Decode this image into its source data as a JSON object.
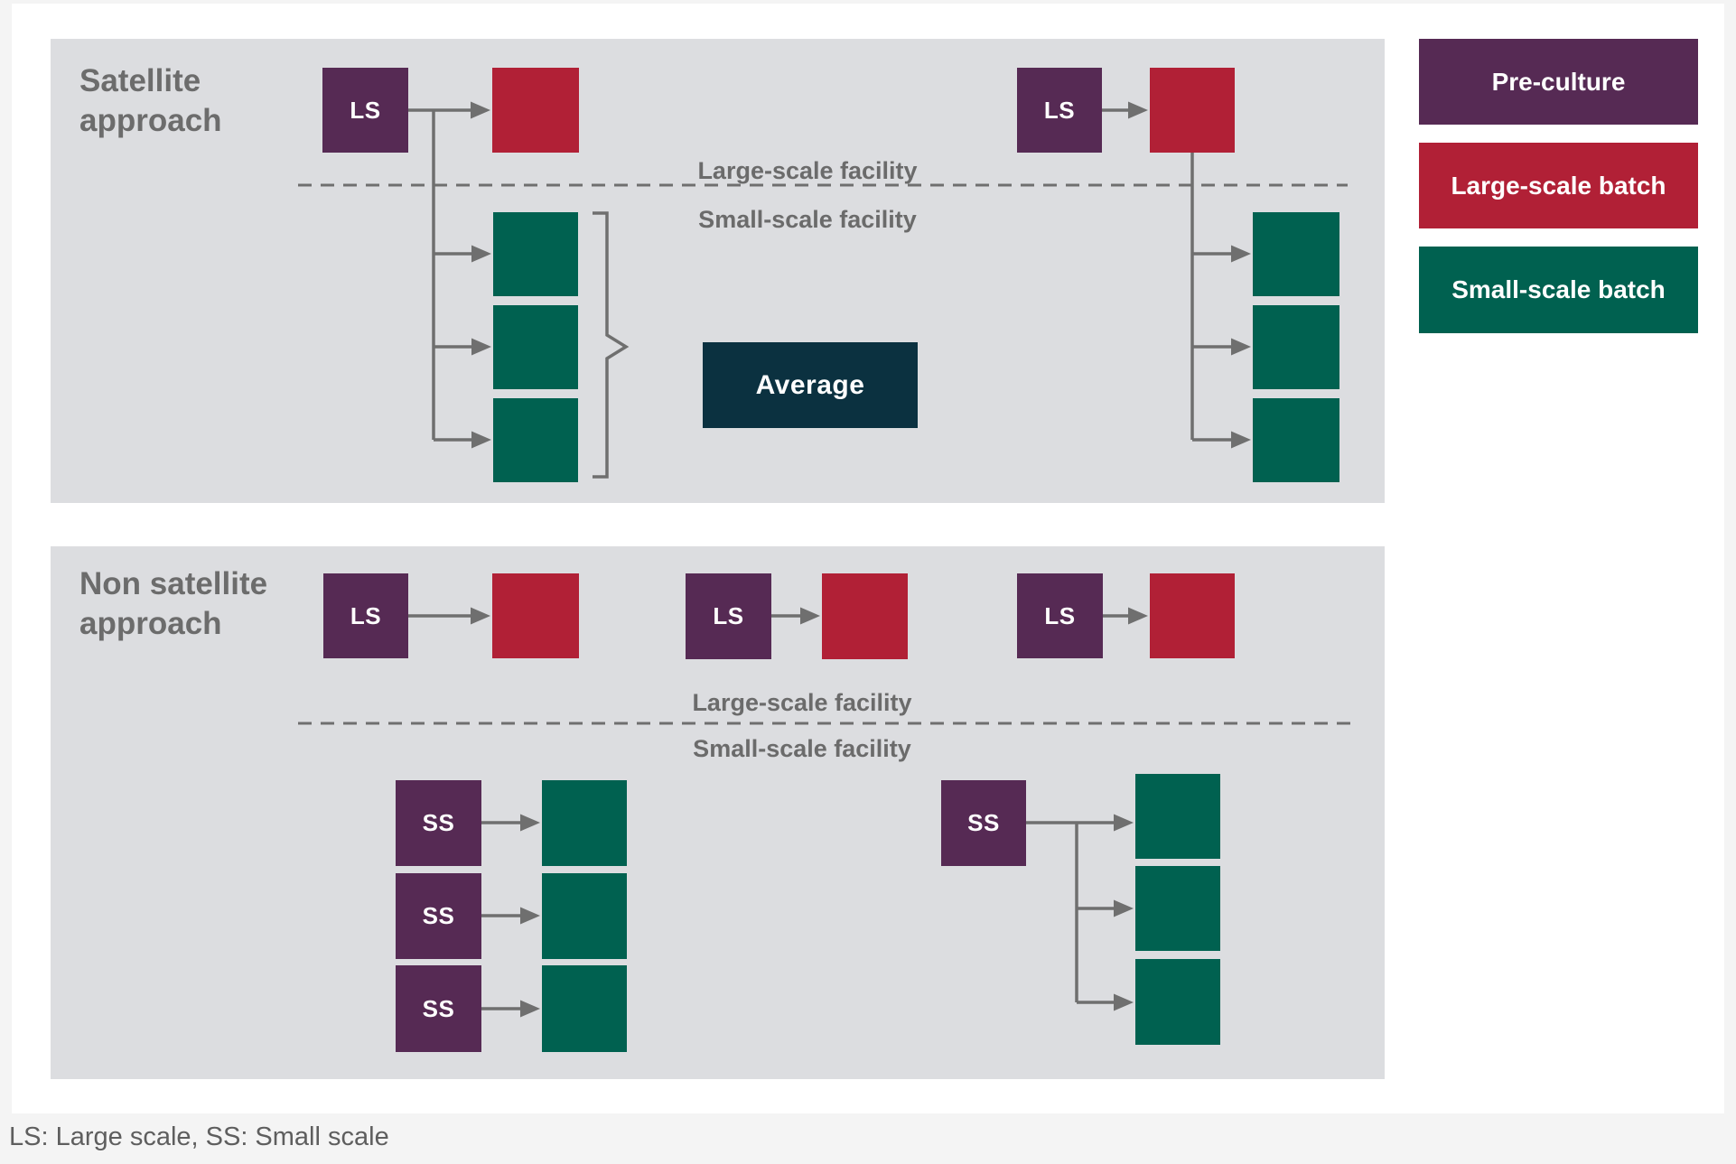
{
  "colors": {
    "pre_culture": "#562A54",
    "large_scale_batch": "#B12036",
    "small_scale_batch": "#006150",
    "average_box": "#0B3140",
    "panel_bg": "#DCDDE0",
    "page_bg": "#F4F4F4",
    "card_bg": "#FFFFFF",
    "line": "#6F6F6F",
    "title_text": "#6C6C6C",
    "label_text": "#6B6B6B",
    "footer_text": "#5E5E5E"
  },
  "panels": {
    "satellite": {
      "title_line1": "Satellite",
      "title_line2": "approach",
      "ls_label": "LS",
      "large_facility_label": "Large-scale facility",
      "small_facility_label": "Small-scale facility",
      "average_label": "Average"
    },
    "non_satellite": {
      "title_line1": "Non satellite",
      "title_line2": "approach",
      "ls_label": "LS",
      "ss_label": "SS",
      "large_facility_label": "Large-scale facility",
      "small_facility_label": "Small-scale facility"
    }
  },
  "legend": {
    "items": [
      {
        "label": "Pre-culture",
        "color": "#562A54"
      },
      {
        "label": "Large-scale batch",
        "color": "#B12036"
      },
      {
        "label": "Small-scale batch",
        "color": "#006150"
      }
    ]
  },
  "footer": {
    "caption": "LS: Large scale, SS: Small scale"
  }
}
